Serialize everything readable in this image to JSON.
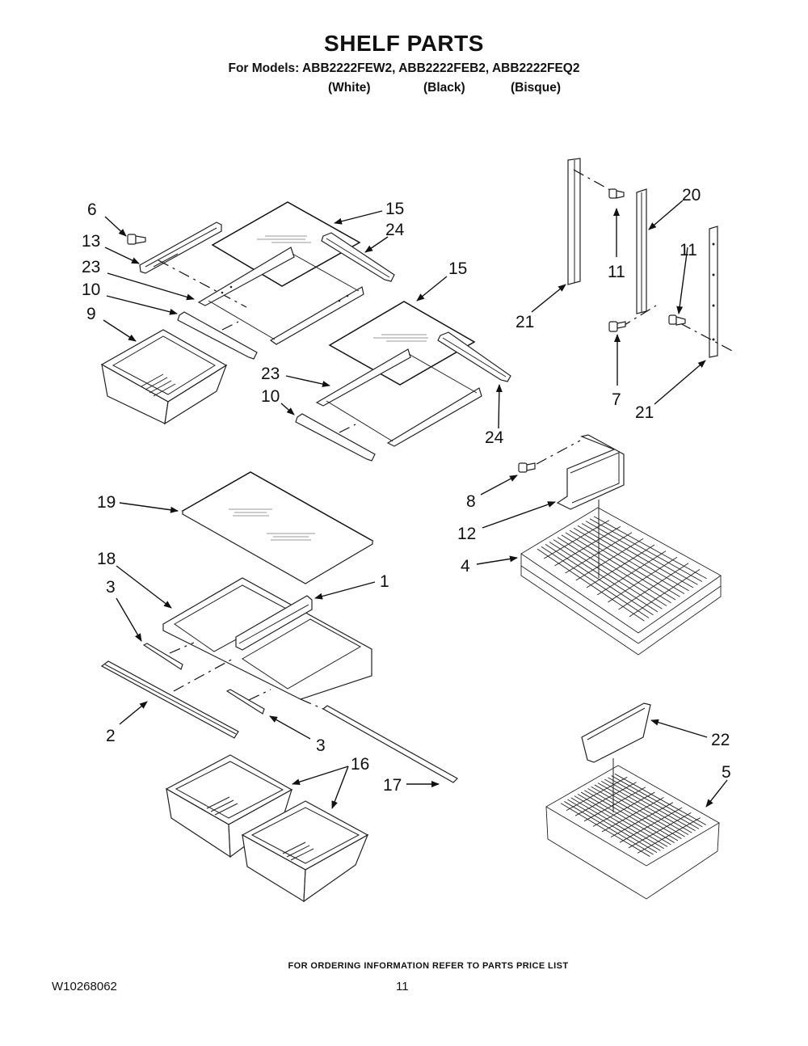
{
  "header": {
    "title": "SHELF PARTS",
    "models_line": "For Models: ABB2222FEW2, ABB2222FEB2, ABB2222FEQ2",
    "colors": [
      "(White)",
      "(Black)",
      "(Bisque)"
    ]
  },
  "footer": {
    "ordering_note": "FOR ORDERING INFORMATION REFER TO PARTS PRICE LIST",
    "document_number": "W10268062",
    "page_number": "11"
  },
  "callouts": [
    {
      "id": "c6",
      "label": "6"
    },
    {
      "id": "c13",
      "label": "13"
    },
    {
      "id": "c23a",
      "label": "23"
    },
    {
      "id": "c10a",
      "label": "10"
    },
    {
      "id": "c9",
      "label": "9"
    },
    {
      "id": "c15a",
      "label": "15"
    },
    {
      "id": "c24a",
      "label": "24"
    },
    {
      "id": "c15b",
      "label": "15"
    },
    {
      "id": "c23b",
      "label": "23"
    },
    {
      "id": "c10b",
      "label": "10"
    },
    {
      "id": "c24b",
      "label": "24"
    },
    {
      "id": "c20",
      "label": "20"
    },
    {
      "id": "c11a",
      "label": "11"
    },
    {
      "id": "c11b",
      "label": "11"
    },
    {
      "id": "c21a",
      "label": "21"
    },
    {
      "id": "c7",
      "label": "7"
    },
    {
      "id": "c21b",
      "label": "21"
    },
    {
      "id": "c8",
      "label": "8"
    },
    {
      "id": "c12",
      "label": "12"
    },
    {
      "id": "c4",
      "label": "4"
    },
    {
      "id": "c19",
      "label": "19"
    },
    {
      "id": "c18",
      "label": "18"
    },
    {
      "id": "c1",
      "label": "1"
    },
    {
      "id": "c3a",
      "label": "3"
    },
    {
      "id": "c2",
      "label": "2"
    },
    {
      "id": "c3b",
      "label": "3"
    },
    {
      "id": "c16",
      "label": "16"
    },
    {
      "id": "c17",
      "label": "17"
    },
    {
      "id": "c22",
      "label": "22"
    },
    {
      "id": "c5",
      "label": "5"
    }
  ]
}
